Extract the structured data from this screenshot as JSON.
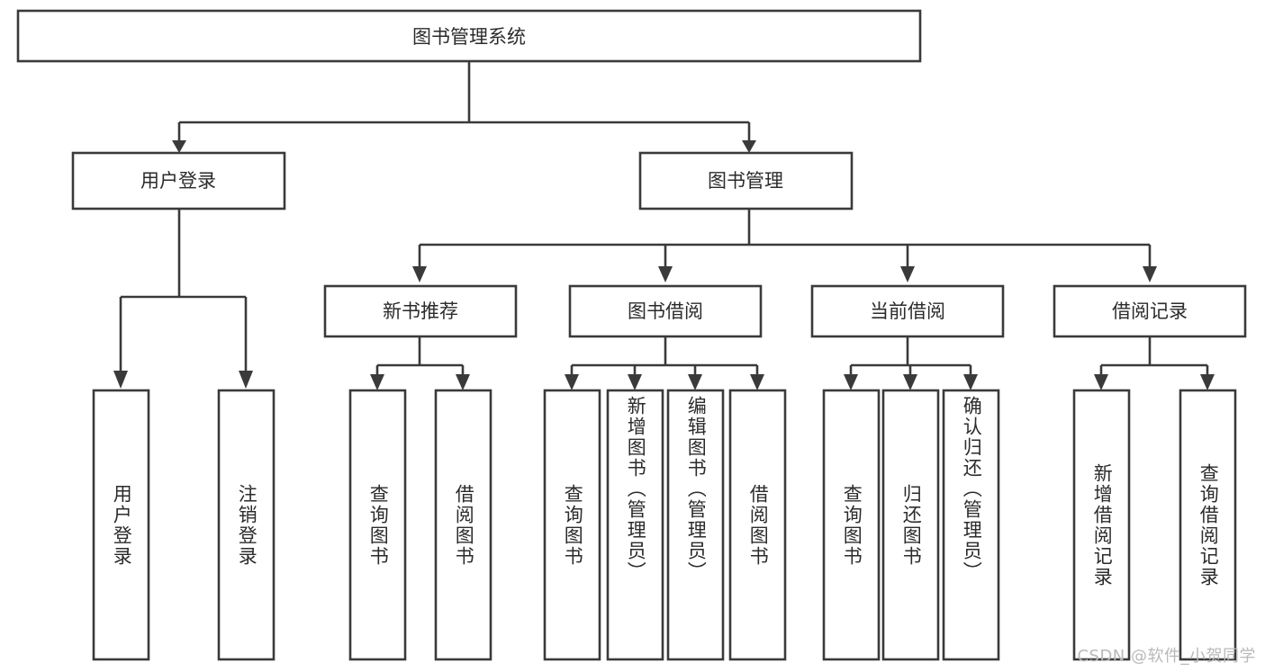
{
  "diagram": {
    "type": "tree",
    "title": "图书管理系统",
    "root": {
      "id": "root",
      "label": "图书管理系统",
      "orientation": "horizontal"
    },
    "level2": [
      {
        "id": "user-login",
        "label": "用户登录",
        "orientation": "horizontal"
      },
      {
        "id": "book-manage",
        "label": "图书管理",
        "orientation": "horizontal"
      }
    ],
    "level3": [
      {
        "id": "new-book-recommend",
        "label": "新书推荐",
        "parent": "book-manage",
        "orientation": "horizontal"
      },
      {
        "id": "book-borrow",
        "label": "图书借阅",
        "parent": "book-manage",
        "orientation": "horizontal"
      },
      {
        "id": "current-borrow",
        "label": "当前借阅",
        "parent": "book-manage",
        "orientation": "horizontal"
      },
      {
        "id": "borrow-record",
        "label": "借阅记录",
        "parent": "book-manage",
        "orientation": "horizontal"
      }
    ],
    "leaves": [
      {
        "id": "leaf-user-login",
        "label": "用户登录",
        "parent": "user-login",
        "orientation": "vertical"
      },
      {
        "id": "leaf-logout",
        "label": "注销登录",
        "parent": "user-login",
        "orientation": "vertical"
      },
      {
        "id": "leaf-query-book-1",
        "label": "查询图书",
        "parent": "new-book-recommend",
        "orientation": "vertical"
      },
      {
        "id": "leaf-borrow-book-1",
        "label": "借阅图书",
        "parent": "new-book-recommend",
        "orientation": "vertical"
      },
      {
        "id": "leaf-query-book-2",
        "label": "查询图书",
        "parent": "book-borrow",
        "orientation": "vertical"
      },
      {
        "id": "leaf-add-book",
        "label": "新增图书（管理员）",
        "parent": "book-borrow",
        "orientation": "vertical"
      },
      {
        "id": "leaf-edit-book",
        "label": "编辑图书（管理员）",
        "parent": "book-borrow",
        "orientation": "vertical"
      },
      {
        "id": "leaf-borrow-book-2",
        "label": "借阅图书",
        "parent": "book-borrow",
        "orientation": "vertical"
      },
      {
        "id": "leaf-query-book-3",
        "label": "查询图书",
        "parent": "current-borrow",
        "orientation": "vertical"
      },
      {
        "id": "leaf-return-book",
        "label": "归还图书",
        "parent": "current-borrow",
        "orientation": "vertical"
      },
      {
        "id": "leaf-confirm-return",
        "label": "确认归还（管理员）",
        "parent": "current-borrow",
        "orientation": "vertical"
      },
      {
        "id": "leaf-add-record",
        "label": "新增借阅记录",
        "parent": "borrow-record",
        "orientation": "vertical"
      },
      {
        "id": "leaf-query-record",
        "label": "查询借阅记录",
        "parent": "borrow-record",
        "orientation": "vertical"
      }
    ],
    "colors": {
      "stroke": "#3a3a3a",
      "fill": "#ffffff",
      "text": "#2b2b2b",
      "watermark": "#b9b9b9",
      "background": "#ffffff"
    }
  },
  "watermark": {
    "text": "CSDN @软件_小贺同学"
  }
}
